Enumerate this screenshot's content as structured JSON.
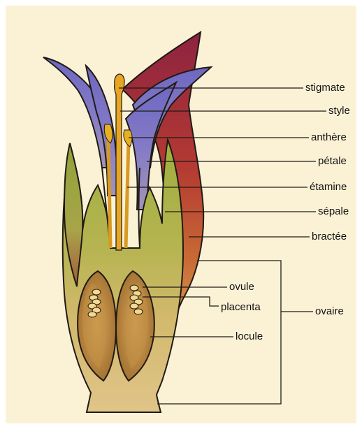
{
  "colors": {
    "background": "#fbf2d6",
    "petal": "#7f76c4",
    "bract": "#9b2a3a",
    "sepal": "#b3b24a",
    "ovary": "#d2b36a",
    "style": "#e7a522",
    "outline": "#1f1a14"
  },
  "labels": {
    "stigmate": "stigmate",
    "style": "style",
    "anthere": "anthère",
    "petale": "pétale",
    "etamine": "étamine",
    "sepale": "sépale",
    "bractee": "bractée",
    "ovule": "ovule",
    "placenta": "placenta",
    "ovaire": "ovaire",
    "locule": "locule"
  }
}
